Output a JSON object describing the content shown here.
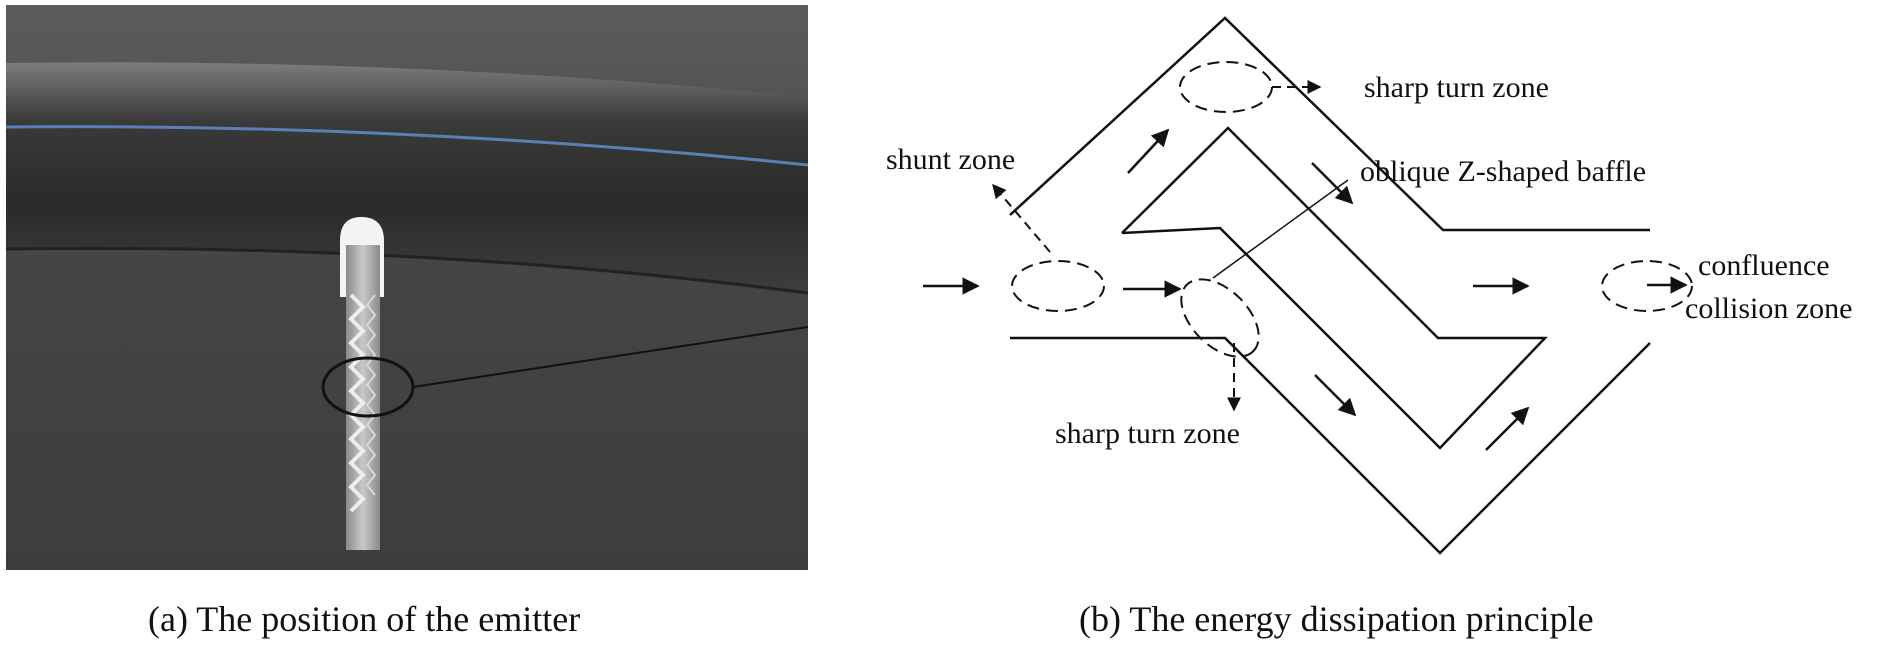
{
  "panel_a": {
    "caption": "(a) The position of the emitter"
  },
  "panel_b": {
    "caption": "(b) The energy dissipation principle",
    "labels": {
      "sharp_turn_top": "sharp turn zone",
      "shunt_zone": "shunt zone",
      "oblique_baffle": "oblique Z-shaped baffle",
      "confluence_line1": "confluence",
      "confluence_line2": "collision zone",
      "sharp_turn_bottom": "sharp turn zone"
    }
  }
}
